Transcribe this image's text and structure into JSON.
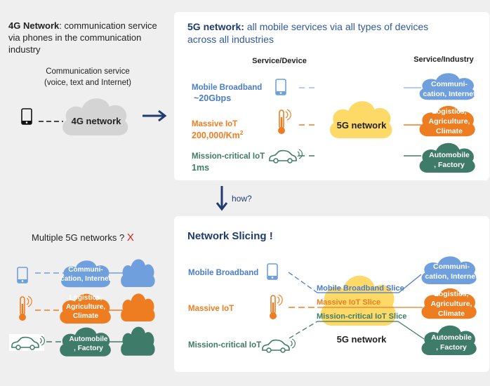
{
  "colors": {
    "blue": "#4a7cc9",
    "blue_cloud": "#6f9fdc",
    "orange": "#ee7d22",
    "green": "#3f7b69",
    "yellow": "#fdd968",
    "navy": "#1f3b70",
    "gray_cloud": "#d4d4d4",
    "red": "#d62020"
  },
  "g4": {
    "title_bold": "4G Network",
    "title_rest": ": communication service",
    "title_line2": "via phones in the communication",
    "title_line3": "industry",
    "service_line1": "Communication service",
    "service_line2": "(voice, text and Internet)",
    "cloud_label": "4G network",
    "icons": [
      "phone-icon",
      "cloud-icon",
      "arrow-right-icon"
    ]
  },
  "g5": {
    "title_bold": "5G network:",
    "title_rest": " all mobile services via all types of devices",
    "title_line2": "across all industries",
    "col_device": "Service/Device",
    "col_industry": "Service/Industry",
    "services": [
      {
        "name": "Mobile Broadband",
        "metric": "~20Gbps",
        "icon": "phone-icon"
      },
      {
        "name": "Massive IoT",
        "metric": "200,000/Km",
        "metric_sup": "2",
        "icon": "thermometer-icon"
      },
      {
        "name": "Mission-critical IoT",
        "metric": "1ms",
        "icon": "car-icon"
      }
    ],
    "cloud_label": "5G network",
    "industries": [
      {
        "line1": "Communi-",
        "line2": "cation, Internet"
      },
      {
        "line1": "Logistics,",
        "line2": "Agriculture,",
        "line3": "Climate"
      },
      {
        "line1": "Automobile",
        "line2": ", Factory"
      }
    ]
  },
  "how": "how?",
  "multiple": {
    "question": "Multiple 5G networks ? ",
    "mark": "X"
  },
  "slicing": {
    "title": "Network Slicing !",
    "services": [
      "Mobile Broadband",
      "Massive IoT",
      "Mission-critical IoT"
    ],
    "slices": [
      "Mobile Broadband Slice",
      "Massive IoT Slice",
      "Mission-critical IoT Slice"
    ],
    "cloud_label": "5G network"
  }
}
